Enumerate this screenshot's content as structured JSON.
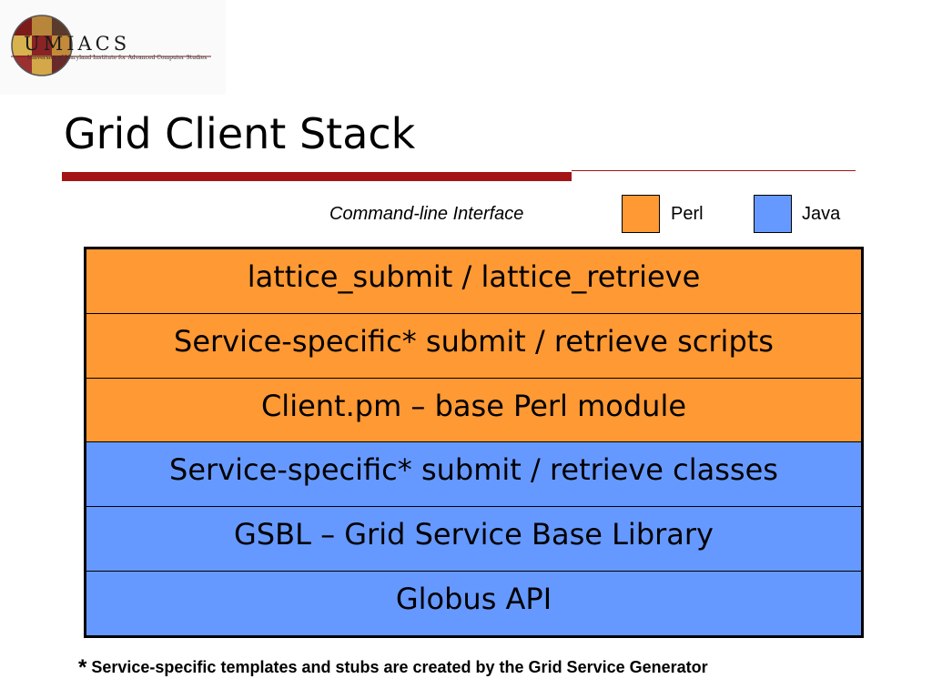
{
  "logo": {
    "letters": "UMIACS",
    "subtitle": "University of Maryland Institute for Advanced Computer Studies"
  },
  "title": "Grid Client Stack",
  "legend": {
    "interface_label": "Command-line Interface",
    "items": [
      {
        "label": "Perl",
        "color": "#ff9933"
      },
      {
        "label": "Java",
        "color": "#6699ff"
      }
    ]
  },
  "stack": [
    {
      "label": "lattice_submit / lattice_retrieve",
      "language": "Perl",
      "color": "#ff9933"
    },
    {
      "label": "Service-specific* submit / retrieve scripts",
      "language": "Perl",
      "color": "#ff9933"
    },
    {
      "label": "Client.pm – base Perl module",
      "language": "Perl",
      "color": "#ff9933"
    },
    {
      "label": "Service-specific* submit / retrieve classes",
      "language": "Java",
      "color": "#6699ff"
    },
    {
      "label": "GSBL – Grid Service Base Library",
      "language": "Java",
      "color": "#6699ff"
    },
    {
      "label": "Globus API",
      "language": "Java",
      "color": "#6699ff"
    }
  ],
  "footnote": {
    "marker": "*",
    "text": "Service-specific templates and stubs are created by the Grid Service Generator"
  },
  "colors": {
    "accent_rule": "#a41414",
    "perl": "#ff9933",
    "java": "#6699ff"
  }
}
